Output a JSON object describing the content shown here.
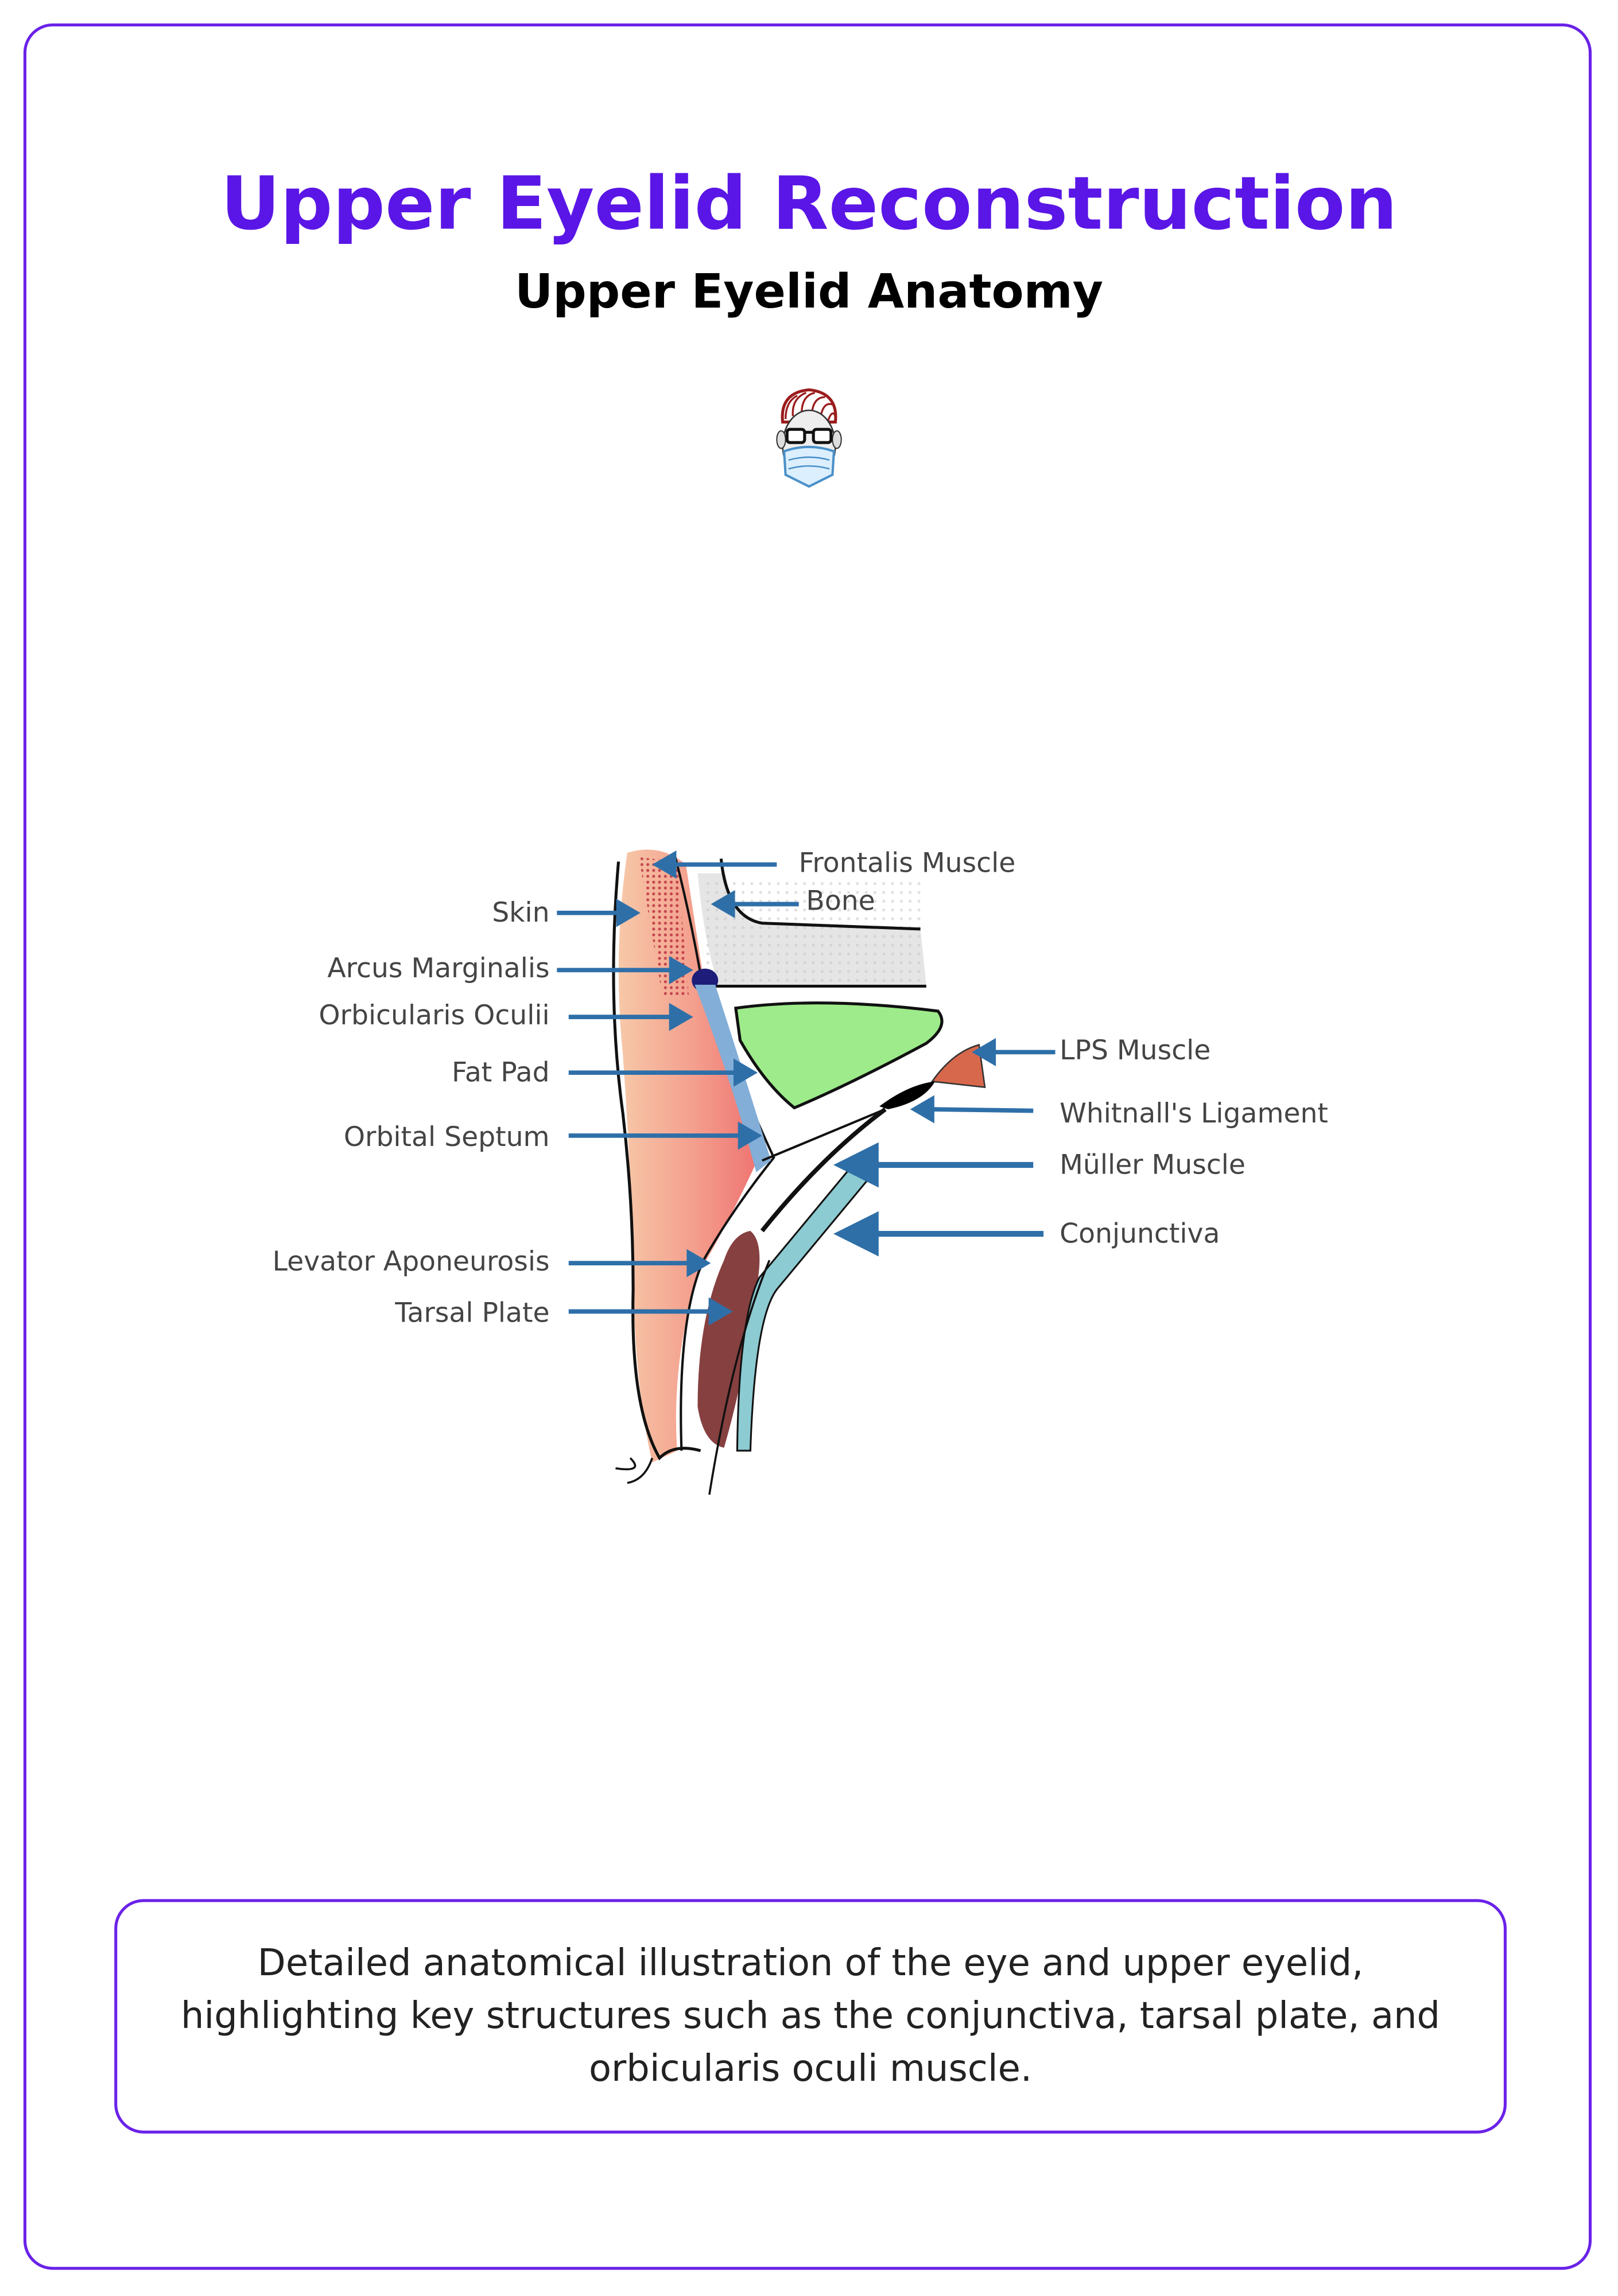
{
  "header": {
    "title": "Upper Eyelid Reconstruction",
    "subtitle": "Upper Eyelid Anatomy",
    "logo_icon": "masked-surgeon-face-logo"
  },
  "diagram": {
    "left_labels": [
      "Skin",
      "Arcus Marginalis",
      "Orbicularis Oculii",
      "Fat Pad",
      "Orbital Septum",
      "Levator Aponeurosis",
      "Tarsal Plate"
    ],
    "right_labels": [
      "Frontalis Muscle",
      "Bone",
      "LPS Muscle",
      "Whitnall's Ligament",
      "Müller Muscle",
      "Conjunctiva"
    ],
    "arrow_color": "#2e6fa8"
  },
  "caption": {
    "text": "Detailed anatomical illustration of the eye and upper eyelid, highlighting key structures such as the conjunctiva, tarsal plate, and orbicularis oculi muscle."
  },
  "colors": {
    "accent": "#5a16e6",
    "border": "#6a22e8"
  }
}
